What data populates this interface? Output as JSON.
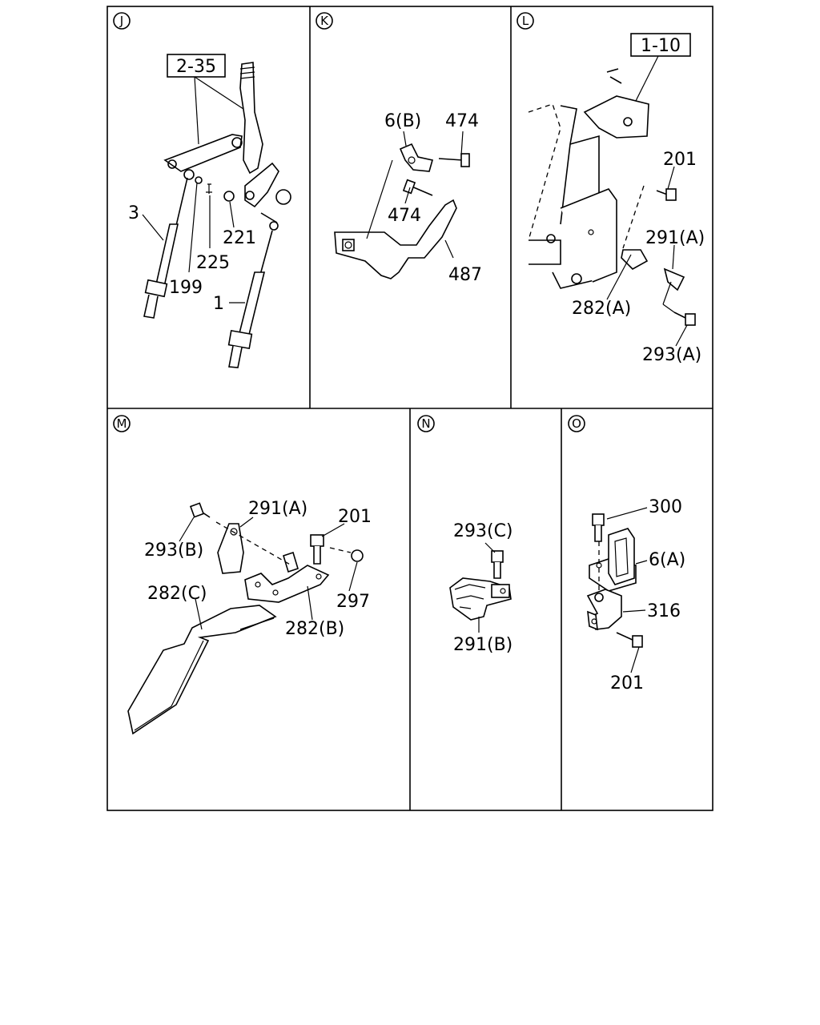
{
  "panels": {
    "J": {
      "letter": "J",
      "ref_box": "2-35",
      "labels": {
        "p3": "3",
        "p199": "199",
        "p225": "225",
        "p221": "221",
        "p1": "1"
      }
    },
    "K": {
      "letter": "K",
      "labels": {
        "p6b": "6(B)",
        "p474a": "474",
        "p474b": "474",
        "p487": "487"
      }
    },
    "L": {
      "letter": "L",
      "ref_box": "1-10",
      "labels": {
        "p201": "201",
        "p291a": "291(A)",
        "p282a": "282(A)",
        "p293a": "293(A)"
      }
    },
    "M": {
      "letter": "M",
      "labels": {
        "p291a": "291(A)",
        "p201": "201",
        "p293b": "293(B)",
        "p297": "297",
        "p282c": "282(C)",
        "p282b": "282(B)"
      }
    },
    "N": {
      "letter": "N",
      "labels": {
        "p293c": "293(C)",
        "p291b": "291(B)"
      }
    },
    "O": {
      "letter": "O",
      "labels": {
        "p300": "300",
        "p6a": "6(A)",
        "p316": "316",
        "p201": "201"
      }
    }
  }
}
